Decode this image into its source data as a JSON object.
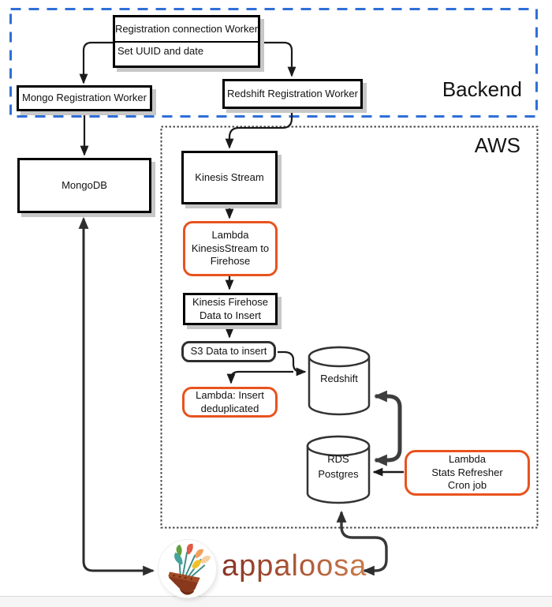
{
  "regions": {
    "backend": {
      "label": "Backend",
      "border_color": "#2e6fd8"
    },
    "aws": {
      "label": "AWS",
      "border_color": "#474747"
    }
  },
  "nodes": {
    "registration_worker": {
      "title": "Registration connection Worker",
      "body": "Set UUID and date"
    },
    "mongo_worker": {
      "label": "Mongo Registration Worker"
    },
    "redshift_worker": {
      "label": "Redshift Registration Worker"
    },
    "mongodb": {
      "label": "MongoDB"
    },
    "kinesis_stream": {
      "label": "Kinesis Stream"
    },
    "lambda_kinesis_to_firehose": {
      "label": "Lambda\nKinesisStream to\nFirehose"
    },
    "kinesis_firehose": {
      "label": "Kinesis Firehose\nData to Insert"
    },
    "s3_data": {
      "label": "S3 Data to insert"
    },
    "lambda_insert_dedup": {
      "label": "Lambda: Insert\ndeduplicated"
    },
    "redshift_db": {
      "label": "Redshift"
    },
    "rds_postgres": {
      "label": "RDS\nPostgres"
    },
    "lambda_stats_refresher": {
      "label": "Lambda\nStats Refresher\nCron job"
    }
  },
  "logo": {
    "word": "appaloosa",
    "icon": "quiver-of-arrows-icon"
  },
  "colors": {
    "lambda_border": "#e8531e",
    "box_border": "#000000",
    "rounded_box_border": "#2f2f2f",
    "cylinder_border": "#333333",
    "arrow": "#1a1a1a",
    "thick_arrow": "#3d3d3d",
    "brand_text_dark": "#873526",
    "brand_text_light": "#c97c4c"
  }
}
